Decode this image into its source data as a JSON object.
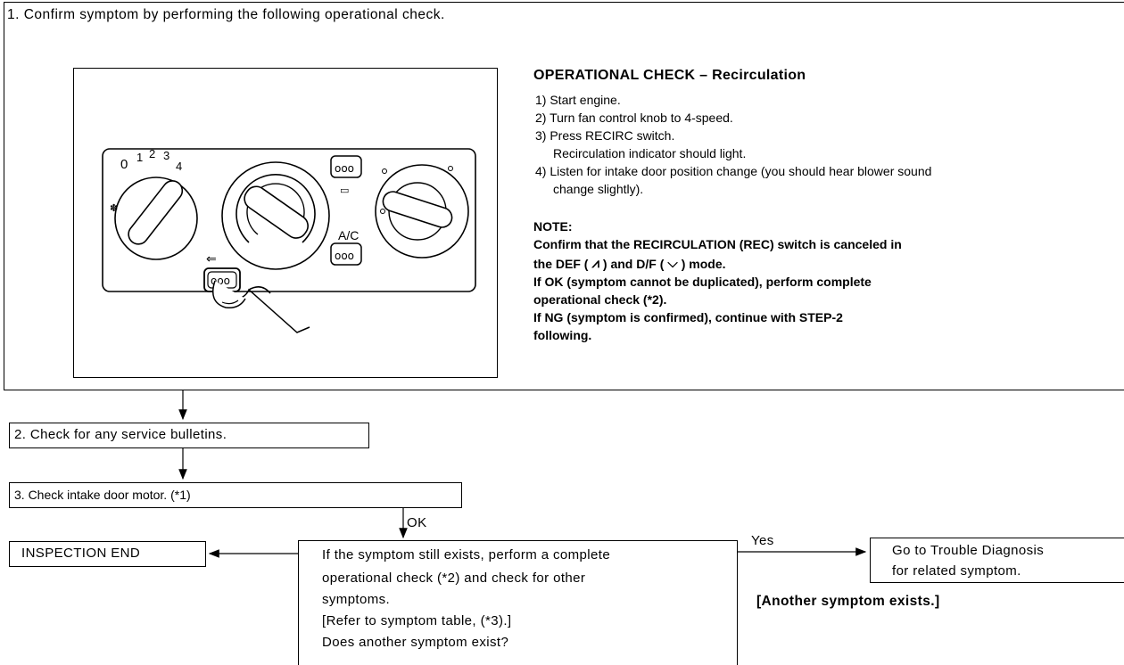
{
  "step1": {
    "title": "1. Confirm symptom by performing the following operational check."
  },
  "panel": {
    "fan_labels": [
      "0",
      "1",
      "2",
      "3",
      "4"
    ],
    "ac_label": "A/C"
  },
  "operational_check": {
    "title": "OPERATIONAL CHECK – Recirculation",
    "steps": [
      "1) Start engine.",
      "2) Turn fan control knob to 4-speed.",
      "3) Press RECIRC switch.",
      "Recirculation indicator should light.",
      "4) Listen for intake door position change (you should hear blower sound",
      "change slightly)."
    ],
    "note_title": "NOTE:",
    "note_line1": "Confirm that the RECIRCULATION (REC) switch is canceled in",
    "note_line2a": "the DEF (",
    "note_line2b": ") and D/F (",
    "note_line2c": ") mode.",
    "note_lines": [
      "If OK (symptom cannot be duplicated), perform complete",
      "operational check (*2).",
      "If NG (symptom is confirmed), continue with STEP-2",
      "following."
    ]
  },
  "step2": {
    "label": "2. Check for any service bulletins."
  },
  "step3": {
    "label": "3. Check intake door motor. (*1)"
  },
  "ok_label": "OK",
  "inspection_end": "INSPECTION END",
  "question": {
    "lines": [
      "If the symptom still exists, perform a complete",
      "operational check (*2) and check for other",
      "symptoms.",
      "[Refer to symptom table, (*3).]",
      "Does another symptom exist?"
    ]
  },
  "yes_label": "Yes",
  "trouble_box": {
    "lines": [
      "Go to Trouble Diagnosis",
      "for related symptom."
    ]
  },
  "another_symptom": "[Another symptom exists.]"
}
